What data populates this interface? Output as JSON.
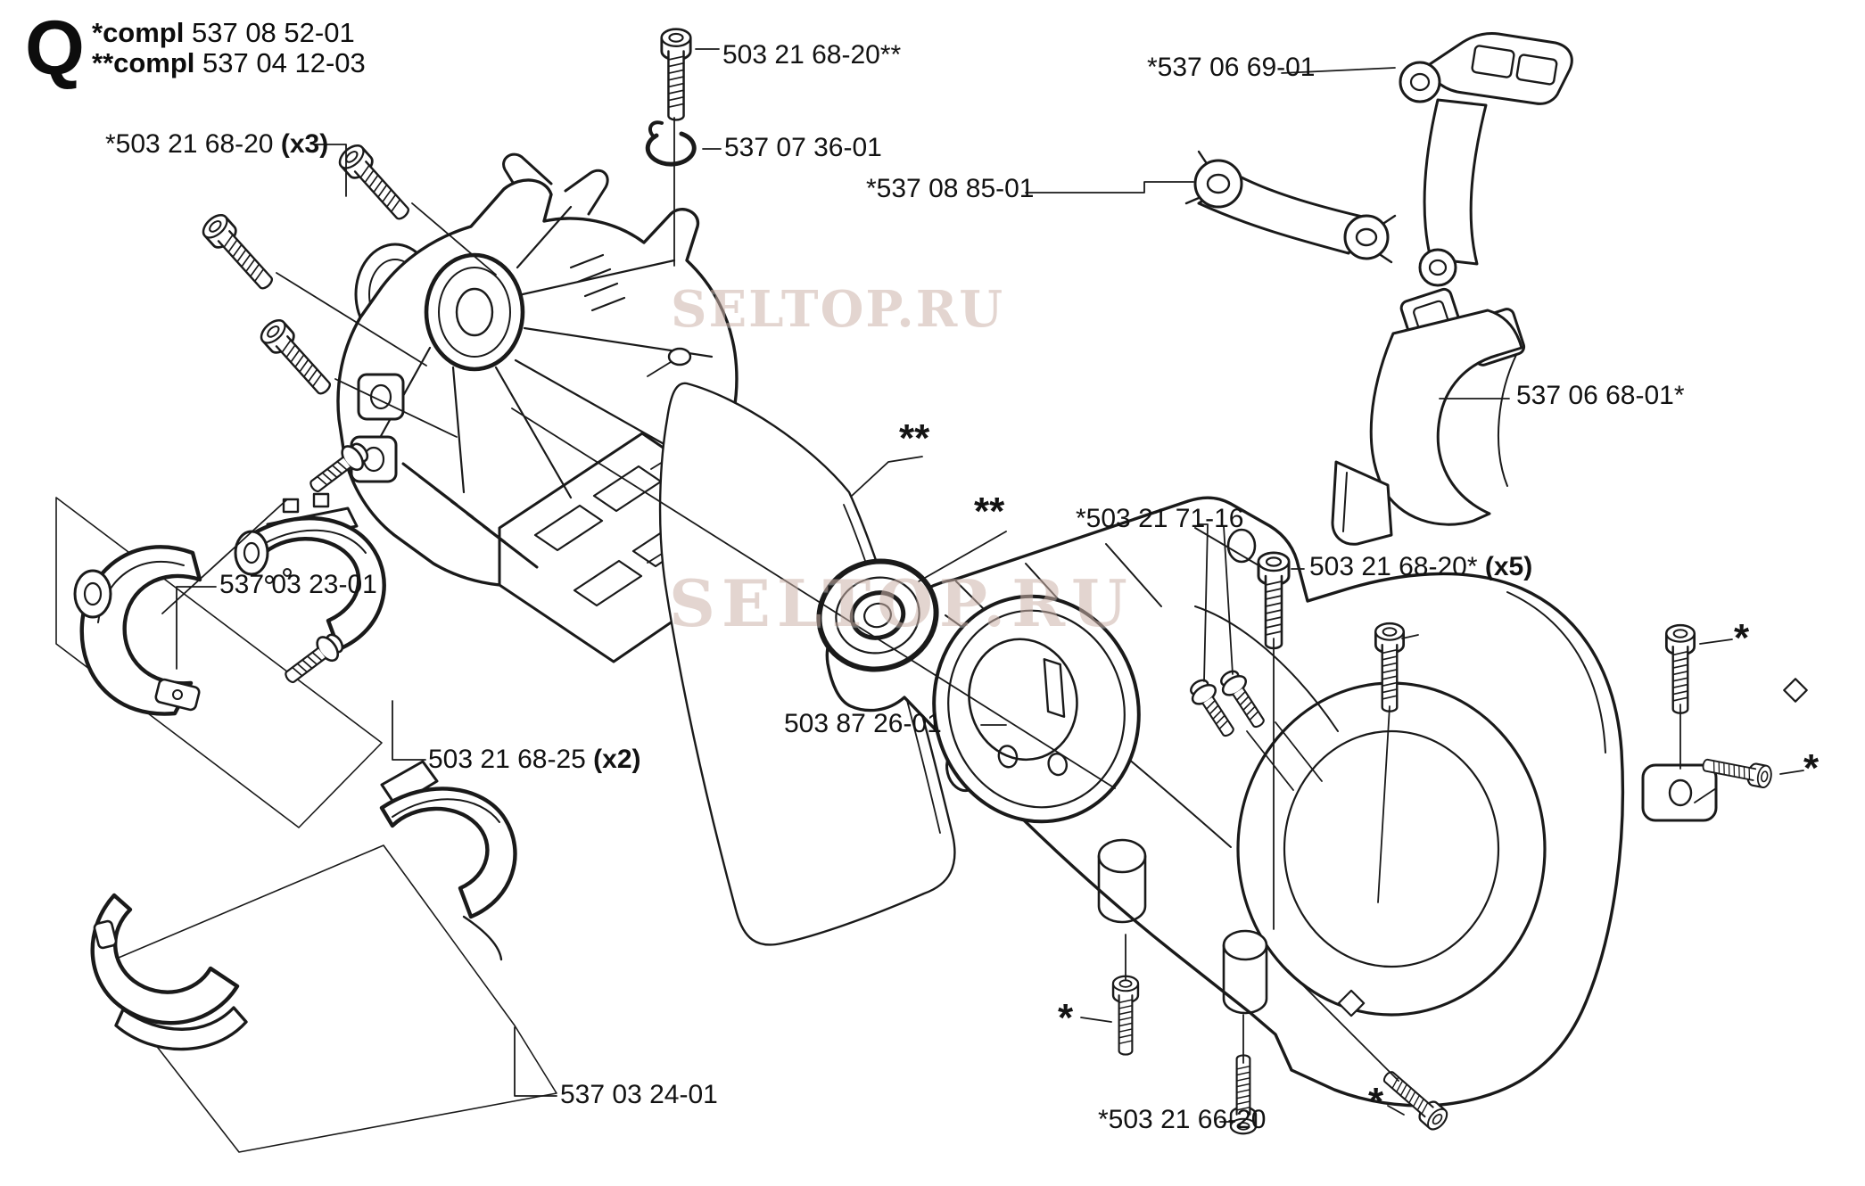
{
  "colors": {
    "ink": "#1a1a1a",
    "background": "#ffffff",
    "watermark": "#cdb4aa"
  },
  "header": {
    "section_letter": "Q",
    "assembly_notes": [
      {
        "prefix": "*compl",
        "part_number": "537 08 52-01"
      },
      {
        "prefix": "**compl",
        "part_number": "537 04 12-03"
      }
    ]
  },
  "watermarks": {
    "top": "SELTOP.RU",
    "bottom": "SELTOP.RU"
  },
  "callouts": {
    "screws_housing": {
      "part_number": "*503 21 68-20",
      "qty": "(x3)"
    },
    "screw_top": {
      "part_number": "503 21 68-20**"
    },
    "retainer_washer": {
      "part_number": "537 07 36-01"
    },
    "support_bracket": {
      "part_number": "*537 08 85-01"
    },
    "cylinder_gasket": {
      "part_number": "*537 06 69-01"
    },
    "air_duct": {
      "part_number": "537 06 68-01*"
    },
    "clutch_screws": {
      "part_number": "*503 21 71-16"
    },
    "screws_crankcase": {
      "part_number": "503 21 68-20*",
      "qty": "(x5)"
    },
    "clamp_upper": {
      "part_number": "537 03 23-01"
    },
    "clutch_drum": {
      "part_number": "503 87 26-01"
    },
    "clamp_screws": {
      "part_number": "503 21 68-25",
      "qty": "(x2)"
    },
    "clamp_lower": {
      "part_number": "537 03 24-01"
    },
    "screw_bottom": {
      "part_number": "*503 21 66-20"
    },
    "ref_crankcase_gasket": "**",
    "ref_bearing": "**",
    "ref_screw_upper_right": "*",
    "ref_screw_mid_right": "*",
    "ref_screw_bottom_left": "*",
    "ref_screw_bottom_right": "*"
  }
}
